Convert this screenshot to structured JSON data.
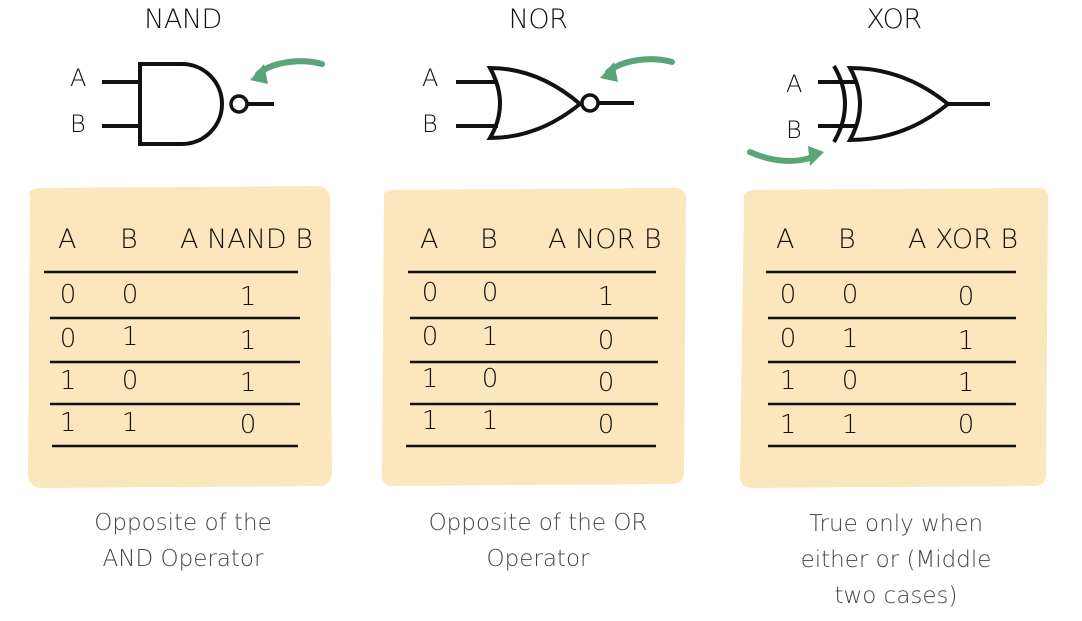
{
  "panels": [
    {
      "gate": "NAND",
      "pin_a": "A",
      "pin_b": "B",
      "headers": [
        "A",
        "B",
        "A NAND B"
      ],
      "rows": [
        [
          "0",
          "0",
          "1"
        ],
        [
          "0",
          "1",
          "1"
        ],
        [
          "1",
          "0",
          "1"
        ],
        [
          "1",
          "1",
          "0"
        ]
      ],
      "caption_lines": [
        "Opposite of the",
        "AND Operator"
      ]
    },
    {
      "gate": "NOR",
      "pin_a": "A",
      "pin_b": "B",
      "headers": [
        "A",
        "B",
        "A NOR B"
      ],
      "rows": [
        [
          "0",
          "0",
          "1"
        ],
        [
          "0",
          "1",
          "0"
        ],
        [
          "1",
          "0",
          "0"
        ],
        [
          "1",
          "1",
          "0"
        ]
      ],
      "caption_lines": [
        "Opposite of the OR",
        "Operator"
      ]
    },
    {
      "gate": "XOR",
      "pin_a": "A",
      "pin_b": "B",
      "headers": [
        "A",
        "B",
        "A XOR B"
      ],
      "rows": [
        [
          "0",
          "0",
          "0"
        ],
        [
          "0",
          "1",
          "1"
        ],
        [
          "1",
          "0",
          "1"
        ],
        [
          "1",
          "1",
          "0"
        ]
      ],
      "caption_lines": [
        "True only when",
        "either or (Middle",
        "two cases)"
      ]
    }
  ],
  "colors": {
    "table_background": "#fce6bd",
    "arrow": "#5aa477",
    "ink": "#111111",
    "caption": "#444444"
  }
}
